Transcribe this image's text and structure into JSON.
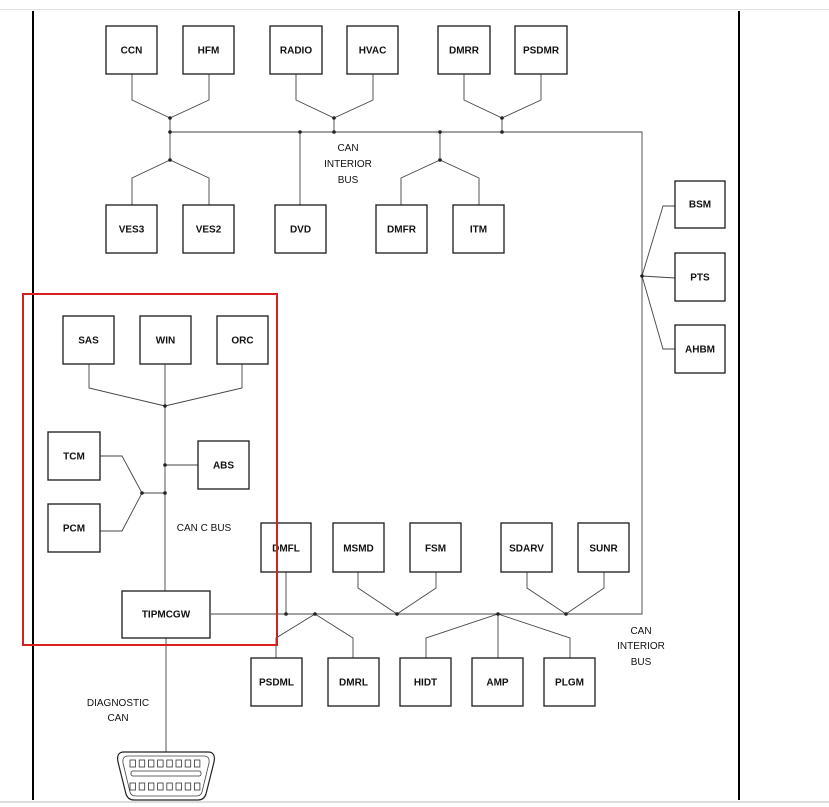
{
  "modules": {
    "ccn": "CCN",
    "hfm": "HFM",
    "radio": "RADIO",
    "hvac": "HVAC",
    "dmrr": "DMRR",
    "psdmr": "PSDMR",
    "ves3": "VES3",
    "ves2": "VES2",
    "dvd": "DVD",
    "dmfr": "DMFR",
    "itm": "ITM",
    "bsm": "BSM",
    "pts": "PTS",
    "ahbm": "AHBM",
    "sas": "SAS",
    "win": "WIN",
    "orc": "ORC",
    "tcm": "TCM",
    "abs": "ABS",
    "pcm": "PCM",
    "tipmcgw": "TIPMCGW",
    "dmfl": "DMFL",
    "msmd": "MSMD",
    "fsm": "FSM",
    "sdarv": "SDARV",
    "sunr": "SUNR",
    "psdml": "PSDML",
    "dmrl": "DMRL",
    "hidt": "HIDT",
    "amp": "AMP",
    "plgm": "PLGM"
  },
  "labels": {
    "can_interior_top": [
      "CAN",
      "INTERIOR",
      "BUS"
    ],
    "can_interior_bottom": [
      "CAN",
      "INTERIOR",
      "BUS"
    ],
    "can_c_bus": "CAN C BUS",
    "diagnostic_can": [
      "DIAGNOSTIC",
      "CAN"
    ]
  },
  "highlight_color": "#d42020"
}
